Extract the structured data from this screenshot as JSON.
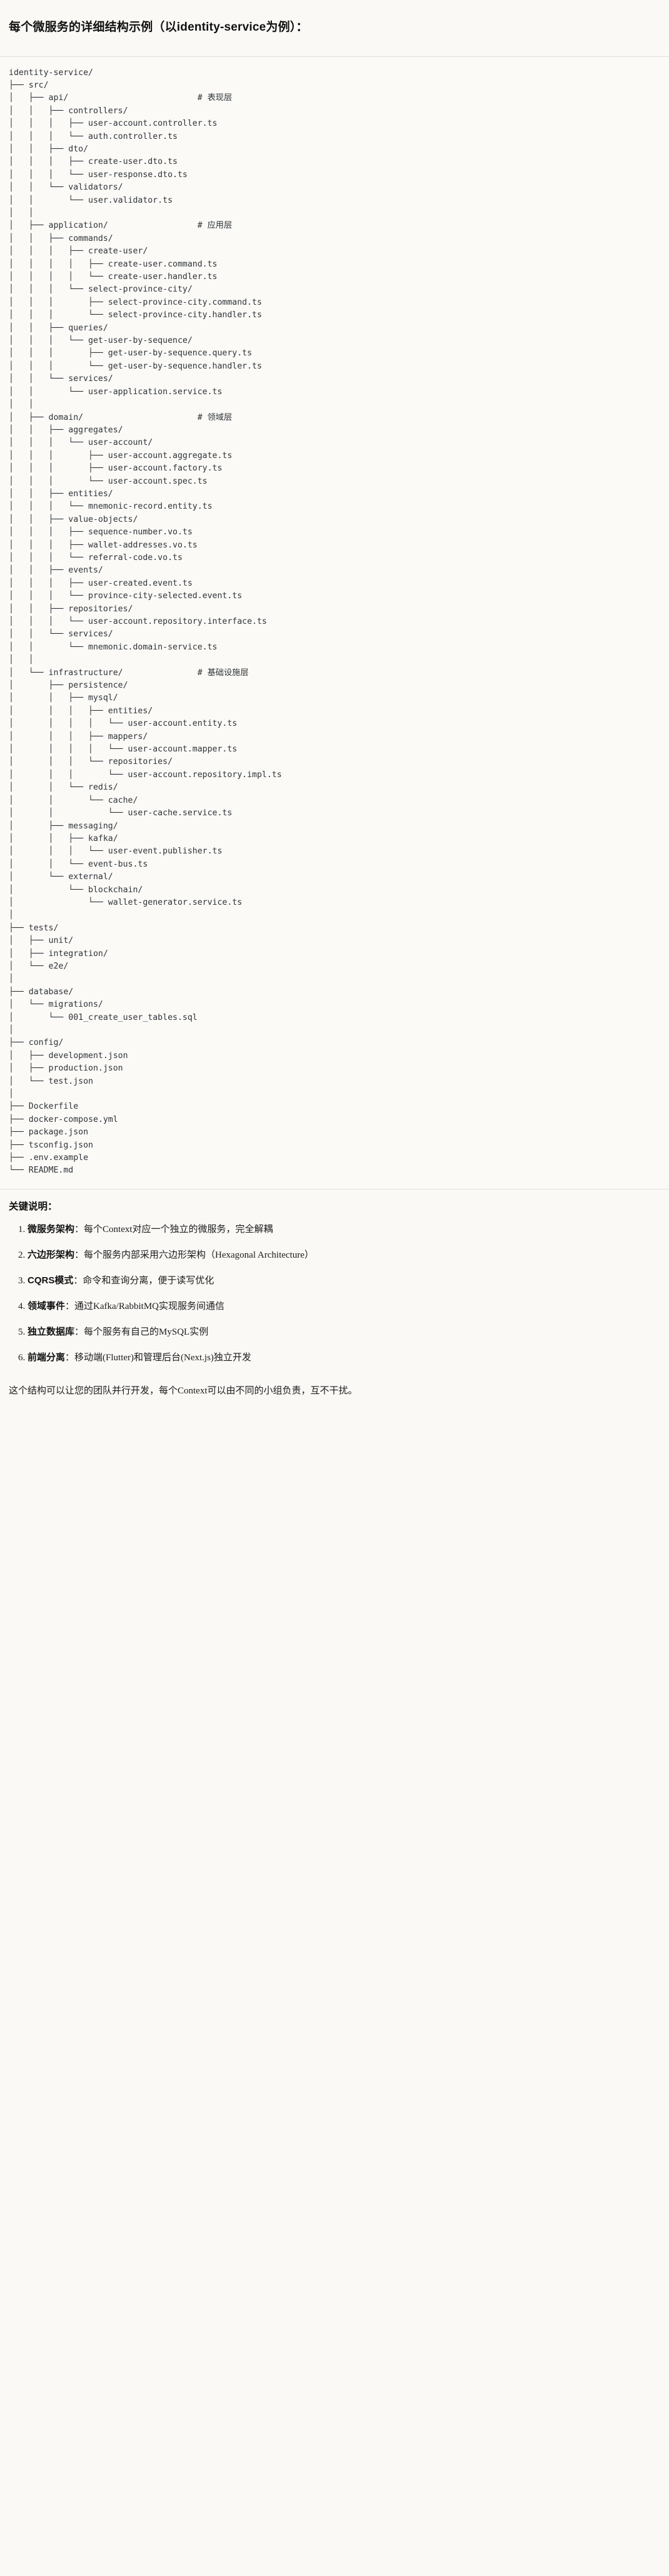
{
  "heading": "每个微服务的详细结构示例（以identity-service为例）：",
  "tree": {
    "title": "identity-service/",
    "text": "identity-service/\n├── src/\n│   ├── api/                          # 表现层\n│   │   ├── controllers/\n│   │   │   ├── user-account.controller.ts\n│   │   │   └── auth.controller.ts\n│   │   ├── dto/\n│   │   │   ├── create-user.dto.ts\n│   │   │   └── user-response.dto.ts\n│   │   └── validators/\n│   │       └── user.validator.ts\n│   │\n│   ├── application/                  # 应用层\n│   │   ├── commands/\n│   │   │   ├── create-user/\n│   │   │   │   ├── create-user.command.ts\n│   │   │   │   └── create-user.handler.ts\n│   │   │   └── select-province-city/\n│   │   │       ├── select-province-city.command.ts\n│   │   │       └── select-province-city.handler.ts\n│   │   ├── queries/\n│   │   │   └── get-user-by-sequence/\n│   │   │       ├── get-user-by-sequence.query.ts\n│   │   │       └── get-user-by-sequence.handler.ts\n│   │   └── services/\n│   │       └── user-application.service.ts\n│   │\n│   ├── domain/                       # 领域层\n│   │   ├── aggregates/\n│   │   │   └── user-account/\n│   │   │       ├── user-account.aggregate.ts\n│   │   │       ├── user-account.factory.ts\n│   │   │       └── user-account.spec.ts\n│   │   ├── entities/\n│   │   │   └── mnemonic-record.entity.ts\n│   │   ├── value-objects/\n│   │   │   ├── sequence-number.vo.ts\n│   │   │   ├── wallet-addresses.vo.ts\n│   │   │   └── referral-code.vo.ts\n│   │   ├── events/\n│   │   │   ├── user-created.event.ts\n│   │   │   └── province-city-selected.event.ts\n│   │   ├── repositories/\n│   │   │   └── user-account.repository.interface.ts\n│   │   └── services/\n│   │       └── mnemonic.domain-service.ts\n│   │\n│   └── infrastructure/               # 基础设施层\n│       ├── persistence/\n│       │   ├── mysql/\n│       │   │   ├── entities/\n│       │   │   │   └── user-account.entity.ts\n│       │   │   ├── mappers/\n│       │   │   │   └── user-account.mapper.ts\n│       │   │   └── repositories/\n│       │   │       └── user-account.repository.impl.ts\n│       │   └── redis/\n│       │       └── cache/\n│       │           └── user-cache.service.ts\n│       ├── messaging/\n│       │   ├── kafka/\n│       │   │   └── user-event.publisher.ts\n│       │   └── event-bus.ts\n│       └── external/\n│           └── blockchain/\n│               └── wallet-generator.service.ts\n│\n├── tests/\n│   ├── unit/\n│   ├── integration/\n│   └── e2e/\n│\n├── database/\n│   └── migrations/\n│       └── 001_create_user_tables.sql\n│\n├── config/\n│   ├── development.json\n│   ├── production.json\n│   └── test.json\n│\n├── Dockerfile\n├── docker-compose.yml\n├── package.json\n├── tsconfig.json\n├── .env.example\n└── README.md",
    "layer_comments": [
      {
        "path": "api/",
        "comment": "# 表现层"
      },
      {
        "path": "application/",
        "comment": "# 应用层"
      },
      {
        "path": "domain/",
        "comment": "# 领域层"
      },
      {
        "path": "infrastructure/",
        "comment": "# 基础设施层"
      }
    ],
    "entries": [
      "identity-service/",
      "src/",
      "api/",
      "controllers/",
      "user-account.controller.ts",
      "auth.controller.ts",
      "dto/",
      "create-user.dto.ts",
      "user-response.dto.ts",
      "validators/",
      "user.validator.ts",
      "application/",
      "commands/",
      "create-user/",
      "create-user.command.ts",
      "create-user.handler.ts",
      "select-province-city/",
      "select-province-city.command.ts",
      "select-province-city.handler.ts",
      "queries/",
      "get-user-by-sequence/",
      "get-user-by-sequence.query.ts",
      "get-user-by-sequence.handler.ts",
      "services/",
      "user-application.service.ts",
      "domain/",
      "aggregates/",
      "user-account/",
      "user-account.aggregate.ts",
      "user-account.factory.ts",
      "user-account.spec.ts",
      "entities/",
      "mnemonic-record.entity.ts",
      "value-objects/",
      "sequence-number.vo.ts",
      "wallet-addresses.vo.ts",
      "referral-code.vo.ts",
      "events/",
      "user-created.event.ts",
      "province-city-selected.event.ts",
      "repositories/",
      "user-account.repository.interface.ts",
      "services/",
      "mnemonic.domain-service.ts",
      "infrastructure/",
      "persistence/",
      "mysql/",
      "entities/",
      "user-account.entity.ts",
      "mappers/",
      "user-account.mapper.ts",
      "repositories/",
      "user-account.repository.impl.ts",
      "redis/",
      "cache/",
      "user-cache.service.ts",
      "messaging/",
      "kafka/",
      "user-event.publisher.ts",
      "event-bus.ts",
      "external/",
      "blockchain/",
      "wallet-generator.service.ts",
      "tests/",
      "unit/",
      "integration/",
      "e2e/",
      "database/",
      "migrations/",
      "001_create_user_tables.sql",
      "config/",
      "development.json",
      "production.json",
      "test.json",
      "Dockerfile",
      "docker-compose.yml",
      "package.json",
      "tsconfig.json",
      ".env.example",
      "README.md"
    ]
  },
  "notes": {
    "title": "关键说明：",
    "items": [
      {
        "label": "微服务架构",
        "sep": "：",
        "text": "每个Context对应一个独立的微服务，完全解耦"
      },
      {
        "label": "六边形架构",
        "sep": "：",
        "text": "每个服务内部采用六边形架构（Hexagonal Architecture）"
      },
      {
        "label": "CQRS模式",
        "sep": "：",
        "text": "命令和查询分离，便于读写优化"
      },
      {
        "label": "领域事件",
        "sep": "：",
        "text": "通过Kafka/RabbitMQ实现服务间通信"
      },
      {
        "label": "独立数据库",
        "sep": "：",
        "text": "每个服务有自己的MySQL实例"
      },
      {
        "label": "前端分离",
        "sep": "：",
        "text": "移动端(Flutter)和管理后台(Next.js)独立开发"
      }
    ],
    "closing": "这个结构可以让您的团队并行开发，每个Context可以由不同的小组负责，互不干扰。"
  },
  "colors": {
    "background": "#faf9f6",
    "code_background": "#fbfaf7",
    "text": "#1b1b1b",
    "code_text": "#2f3338",
    "rule": "#e2e0da"
  }
}
